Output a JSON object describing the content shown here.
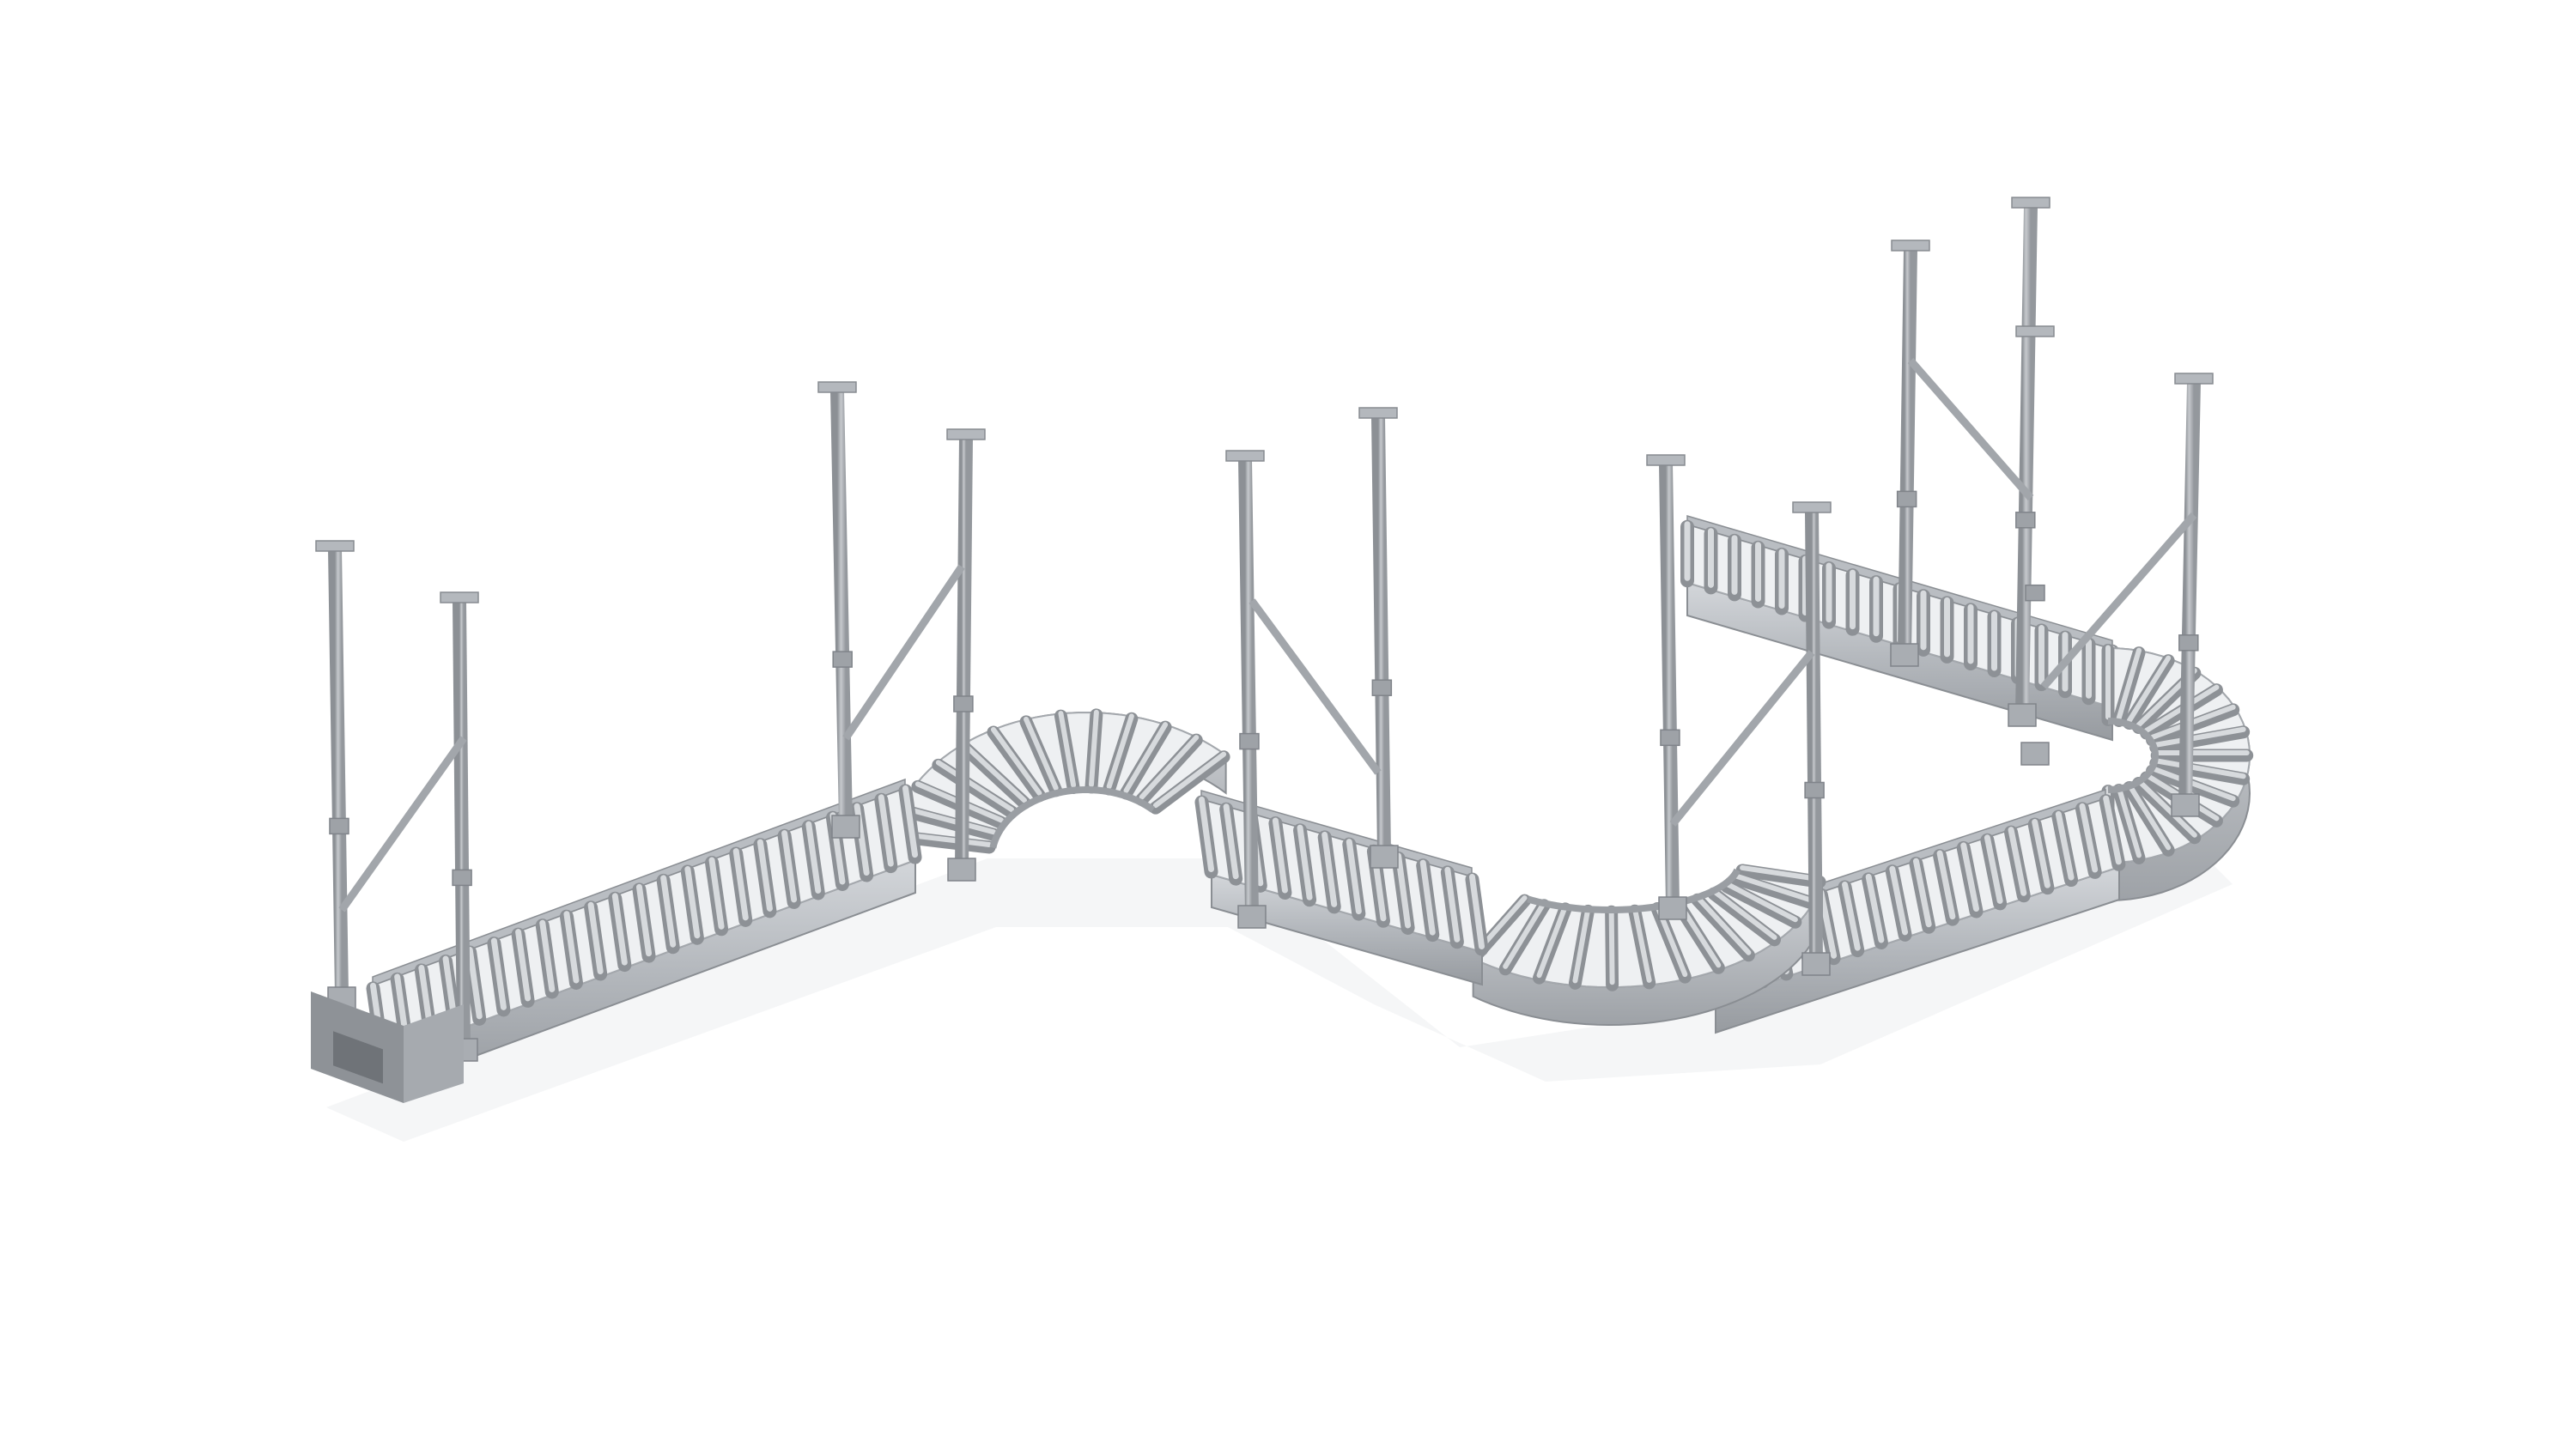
{
  "image": {
    "kind": "product-render",
    "subject": "overhead-suspended-roller-conveyor",
    "background_color": "#ffffff"
  },
  "colors": {
    "frame_light": "#c9ccd0",
    "frame_mid": "#aeb2b7",
    "frame_dark": "#8d9196",
    "roller": "#bfc3c8",
    "roller_highlight": "#e4e6e9",
    "roller_shadow": "#7e8287",
    "gap": "#f4f5f6",
    "hanger": "#a9adb2",
    "hanger_dark": "#878b90",
    "motor_box": "#7c8085"
  },
  "components": {
    "straight_sections": 5,
    "curve_sections": 3,
    "ceiling_hangers": 12
  }
}
